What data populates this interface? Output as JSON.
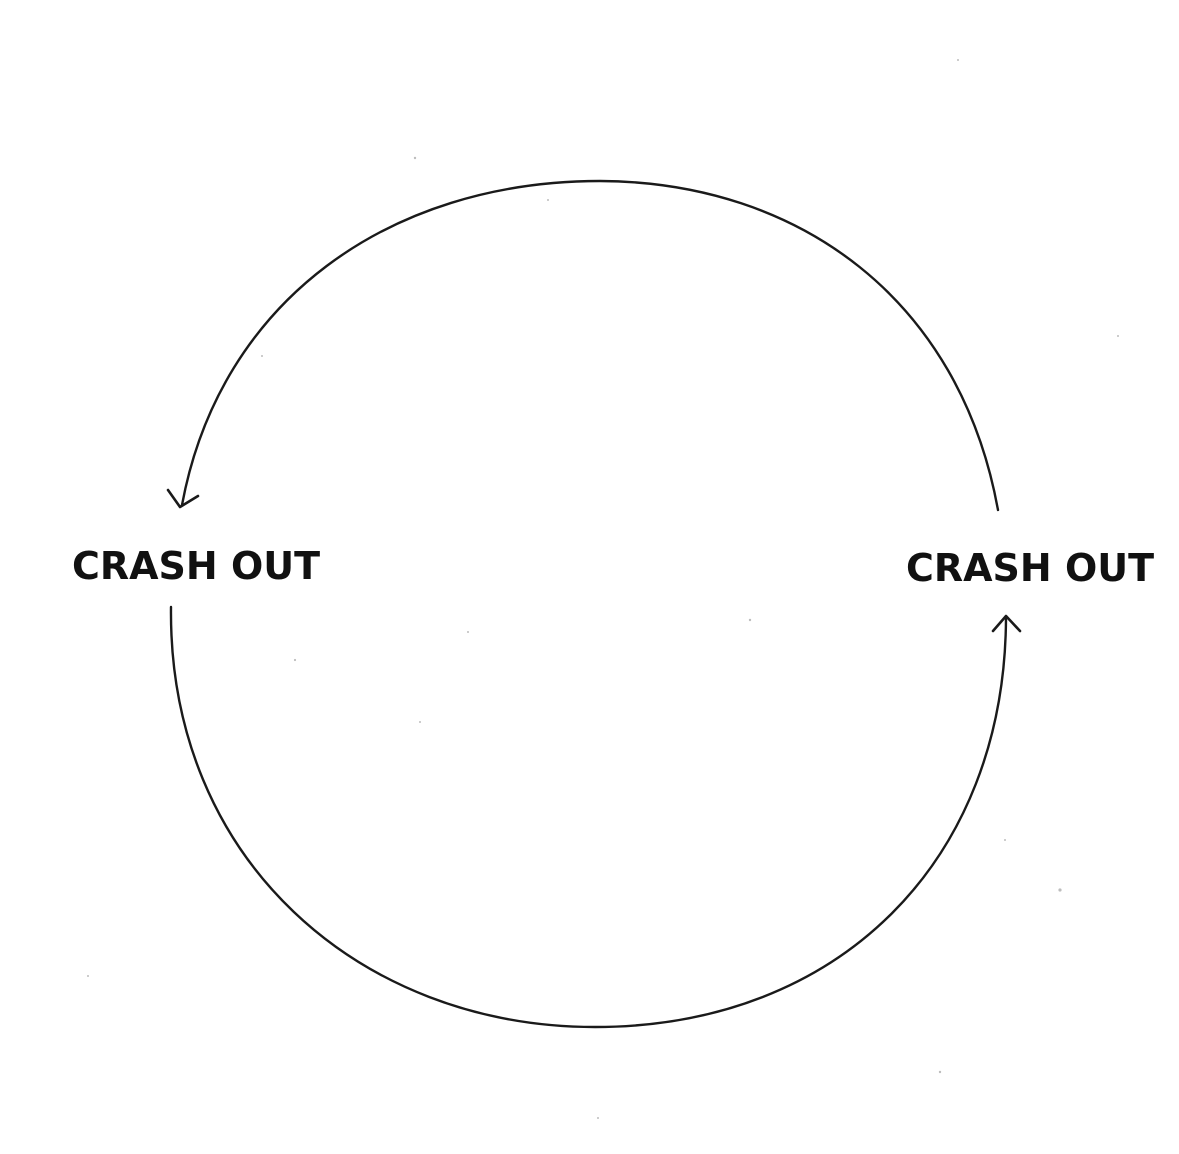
{
  "diagram": {
    "nodes": [
      {
        "id": "left",
        "label": "CRASH OUT"
      },
      {
        "id": "right",
        "label": "CRASH OUT"
      }
    ],
    "edges": [
      {
        "from": "right",
        "to": "left",
        "path": "top-arc"
      },
      {
        "from": "left",
        "to": "right",
        "path": "bottom-arc"
      }
    ],
    "colors": {
      "background": "#ffffff",
      "ink": "#1a1a1a"
    }
  }
}
